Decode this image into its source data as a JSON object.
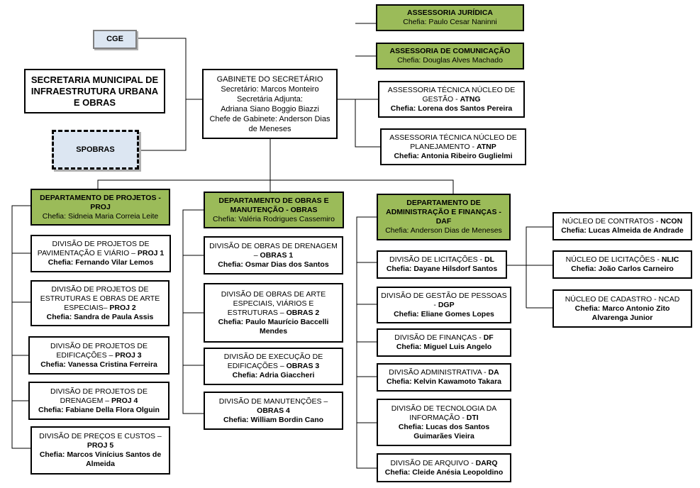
{
  "top": {
    "cge": "CGE",
    "secretaria": "SECRETARIA MUNICIPAL DE INFRAESTRUTURA URBANA E OBRAS",
    "spobras": "SPOBRAS"
  },
  "gabinete": {
    "title": "GABINETE DO SECRETÁRIO",
    "line1": "Secretário: Marcos Monteiro",
    "line2": "Secretária Adjunta:",
    "line3": "Adriana Siano Boggio Biazzi",
    "line4": "Chefe de Gabinete: Anderson Dias de Meneses"
  },
  "assessorias": [
    {
      "name": "ASSESSORIA JURÍDICA",
      "code": "",
      "chief": "Chefia: Paulo Cesar Naninni"
    },
    {
      "name": "ASSESSORIA DE COMUNICAÇÃO",
      "code": "",
      "chief": "Chefia: Douglas Alves Machado"
    },
    {
      "name": "ASSESSORIA TÉCNICA NÚCLEO DE GESTÃO - ",
      "code": "ATNG",
      "chief": "Chefia: Lorena dos Santos Pereira"
    },
    {
      "name": "ASSESSORIA TÉCNICA NÚCLEO DE PLANEJAMENTO - ",
      "code": "ATNP",
      "chief": "Chefia: Antonia Ribeiro Guglielmi"
    }
  ],
  "departments": [
    {
      "name": "DEPARTAMENTO DE PROJETOS - PROJ",
      "chief": "Chefia: Sidneia Maria Correia Leite",
      "divisions": [
        {
          "name": "DIVISÃO DE PROJETOS DE PAVIMENTAÇÃO E VIÁRIO – ",
          "code": "PROJ 1",
          "chief": "Chefia: Fernando Vilar Lemos"
        },
        {
          "name": "DIVISÃO DE PROJETOS DE ESTRUTURAS E OBRAS DE ARTE ESPECIAIS– ",
          "code": "PROJ 2",
          "chief": "Chefia: Sandra de Paula Assis"
        },
        {
          "name": "DIVISÃO DE PROJETOS DE EDIFICAÇÕES – ",
          "code": "PROJ 3",
          "chief": "Chefia: Vanessa Cristina Ferreira"
        },
        {
          "name": "DIVISÃO DE PROJETOS DE DRENAGEM – ",
          "code": "PROJ 4",
          "chief": "Chefia: Fabiane Della Flora Olguin"
        },
        {
          "name": "DIVISÃO DE PREÇOS E CUSTOS – ",
          "code": "PROJ 5",
          "chief": "Chefia: Marcos Vinícius Santos de Almeida"
        }
      ]
    },
    {
      "name": "DEPARTAMENTO DE OBRAS E MANUTENÇÃO - OBRAS",
      "chief": "Chefia: Valéria Rodrigues Cassemiro",
      "divisions": [
        {
          "name": "DIVISÃO DE OBRAS DE DRENAGEM – ",
          "code": "OBRAS 1",
          "chief": "Chefia: Osmar Dias dos Santos"
        },
        {
          "name": "DIVISÃO DE OBRAS DE ARTE ESPECIAIS, VIÁRIOS E ESTRUTURAS – ",
          "code": "OBRAS 2",
          "chief": "Chefia: Paulo Maurício Baccelli Mendes"
        },
        {
          "name": "DIVISÃO DE EXECUÇÃO DE EDIFICAÇÕES – ",
          "code": "OBRAS 3",
          "chief": "Chefia: Adria Giaccheri"
        },
        {
          "name": "DIVISÃO DE MANUTENÇÕES – ",
          "code": "OBRAS 4",
          "chief": "Chefia: William Bordin Cano"
        }
      ]
    },
    {
      "name": "DEPARTAMENTO DE ADMINISTRAÇÃO E FINANÇAS - DAF",
      "chief": "Chefia: Anderson Dias de Meneses",
      "divisions": [
        {
          "name": "DIVISÃO DE LICITAÇÕES - ",
          "code": "DL",
          "chief": "Chefia: Dayane Hilsdorf Santos"
        },
        {
          "name": "DIVISÃO DE GESTÃO DE PESSOAS - ",
          "code": "DGP",
          "chief": "Chefia: Eliane Gomes Lopes"
        },
        {
          "name": "DIVISÃO DE FINANÇAS - ",
          "code": "DF",
          "chief": "Chefia: Miguel Luis Angelo"
        },
        {
          "name": "DIVISÃO ADMINISTRATIVA - ",
          "code": "DA",
          "chief": "Chefia: Kelvin Kawamoto Takara"
        },
        {
          "name": "DIVISÃO DE TECNOLOGIA DA INFORMAÇÃO - ",
          "code": "DTI",
          "chief": "Chefia: Lucas dos Santos Guimarães Vieira"
        },
        {
          "name": "DIVISÃO DE ARQUIVO - ",
          "code": "DARQ",
          "chief": "Chefia: Cleide Anésia Leopoldino"
        }
      ]
    }
  ],
  "nucleos": [
    {
      "name": "NÚCLEO DE CONTRATOS - ",
      "code": "NCON",
      "chief": "Chefia: Lucas Almeida de Andrade"
    },
    {
      "name": "NÚCLEO DE LICITAÇÕES - ",
      "code": "NLIC",
      "chief": "Chefia: João Carlos Carneiro"
    },
    {
      "name": "NÚCLEO DE CADASTRO - NCAD",
      "code": "",
      "chief": "Chefia: Marco Antonio Zito Alvarenga Junior"
    }
  ]
}
